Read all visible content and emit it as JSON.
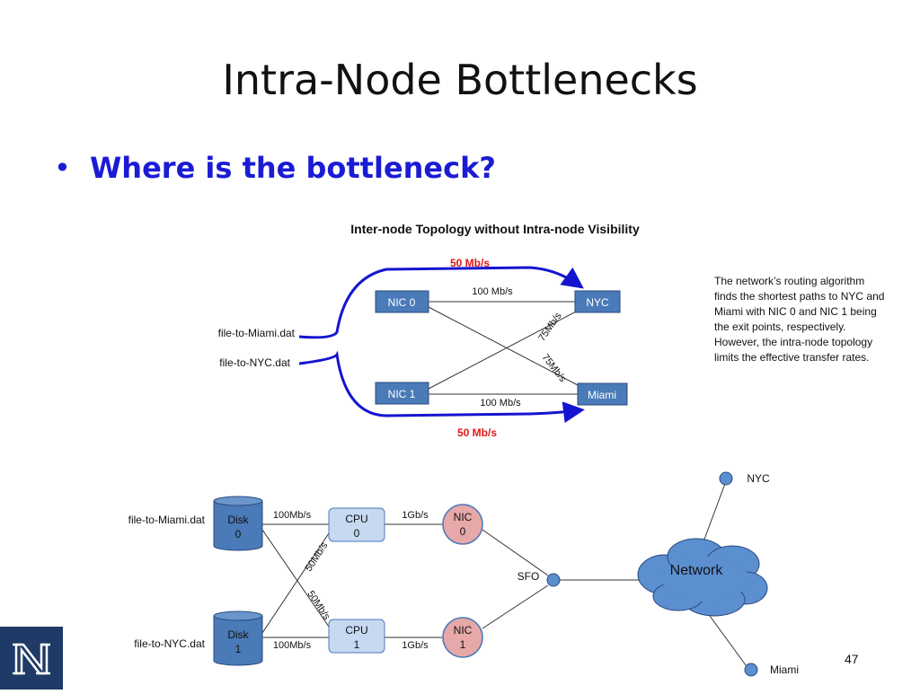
{
  "slide": {
    "title": "Intra-Node Bottlenecks",
    "bullet": "Where is the bottleneck?",
    "page_number": "47"
  },
  "top_diagram": {
    "caption": "Inter-node Topology without Intra-node Visibility",
    "nodes": {
      "nic0": "NIC 0",
      "nic1": "NIC 1",
      "nyc": "NYC",
      "miami": "Miami"
    },
    "files": {
      "miami": "file-to-Miami.dat",
      "nyc": "file-to-NYC.dat"
    },
    "links": {
      "nic0_nyc": "100 Mb/s",
      "nic1_miami": "100 Mb/s",
      "nic1_nyc": "75Mb/s",
      "nic0_miami": "75Mb/s"
    },
    "flows": {
      "top": "50 Mb/s",
      "bottom": "50 Mb/s"
    },
    "explanation": "The network’s routing algorithm finds the shortest paths to NYC and Miami with NIC 0 and NIC 1 being the exit points, respectively. However, the intra-node topology limits the effective transfer rates."
  },
  "bottom_diagram": {
    "files": {
      "miami": "file-to-Miami.dat",
      "nyc": "file-to-NYC.dat"
    },
    "disk0": [
      "Disk",
      "0"
    ],
    "disk1": [
      "Disk",
      "1"
    ],
    "cpu0": [
      "CPU",
      "0"
    ],
    "cpu1": [
      "CPU",
      "1"
    ],
    "nic0": [
      "NIC",
      "0"
    ],
    "nic1": [
      "NIC",
      "1"
    ],
    "links": {
      "disk0_cpu0": "100Mb/s",
      "disk1_cpu1": "100Mb/s",
      "cross_a": "50Mb/s",
      "cross_b": "50Mb/s",
      "cpu0_nic0": "1Gb/s",
      "cpu1_nic1": "1Gb/s"
    },
    "sfo": "SFO",
    "network": "Network",
    "nyc": "NYC",
    "miami": "Miami"
  },
  "colors": {
    "box_blue": "#4a7ab8",
    "flow_blue": "#1414d0",
    "rate_red": "#e01818",
    "cpu_fill": "#c6d9f1",
    "nic_fill": "#e6a8a8",
    "cloud_fill": "#5b8fd0"
  }
}
